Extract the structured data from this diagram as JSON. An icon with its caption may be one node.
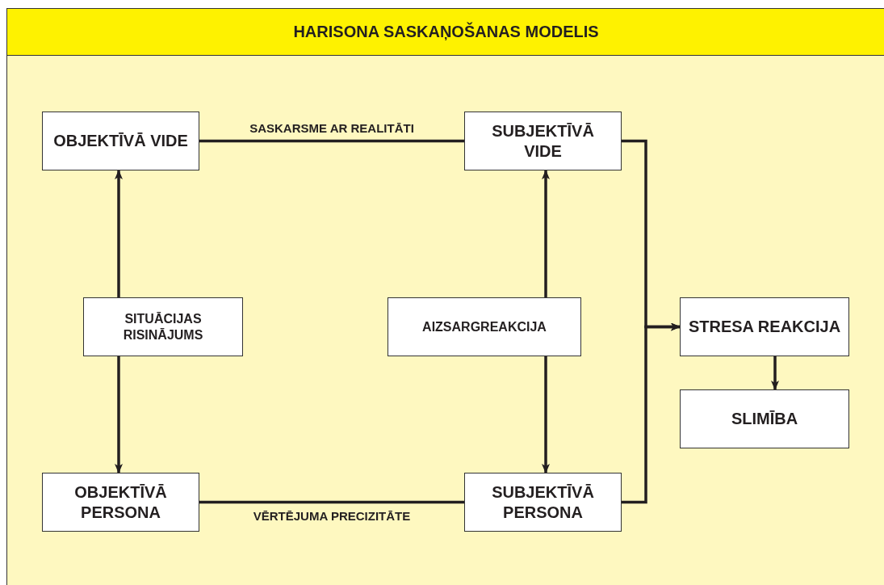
{
  "diagram": {
    "title": "HARISONA SASKAŅOŠANAS MODELIS",
    "nodes": [
      {
        "text": [
          "OBJEKTĪVĀ VIDE"
        ]
      },
      {
        "text": [
          "SUBJEKTĪVĀ VIDE"
        ]
      },
      {
        "text": [
          "SITUĀCIJAS RISINĀJUMS"
        ]
      },
      {
        "text": [
          "AIZSARGREAKCIJA"
        ]
      },
      {
        "text": [
          "STRESA REAKCIJA"
        ]
      },
      {
        "text": [
          "SLIMĪBA"
        ]
      },
      {
        "text": [
          "OBJEKTĪVĀ PERSONA"
        ]
      },
      {
        "text": [
          "SUBJEKTĪVĀ PERSONA"
        ]
      }
    ],
    "edges": [
      {
        "from": 0,
        "to": 1,
        "arrow": "none",
        "label": "SASKARSME AR REALITĀTI"
      },
      {
        "from": 2,
        "to": 0,
        "arrow": "to"
      },
      {
        "from": 2,
        "to": 6,
        "arrow": "to"
      },
      {
        "from": 3,
        "to": 1,
        "arrow": "to"
      },
      {
        "from": 3,
        "to": 7,
        "arrow": "to"
      },
      {
        "from": 1,
        "to": 4,
        "arrow": "to"
      },
      {
        "from": 7,
        "to": 4,
        "arrow": "to"
      },
      {
        "from": 4,
        "to": 5,
        "arrow": "to"
      },
      {
        "from": 6,
        "to": 7,
        "arrow": "none",
        "label": "VĒRTĒJUMA PRECIZITĀTE"
      }
    ]
  }
}
